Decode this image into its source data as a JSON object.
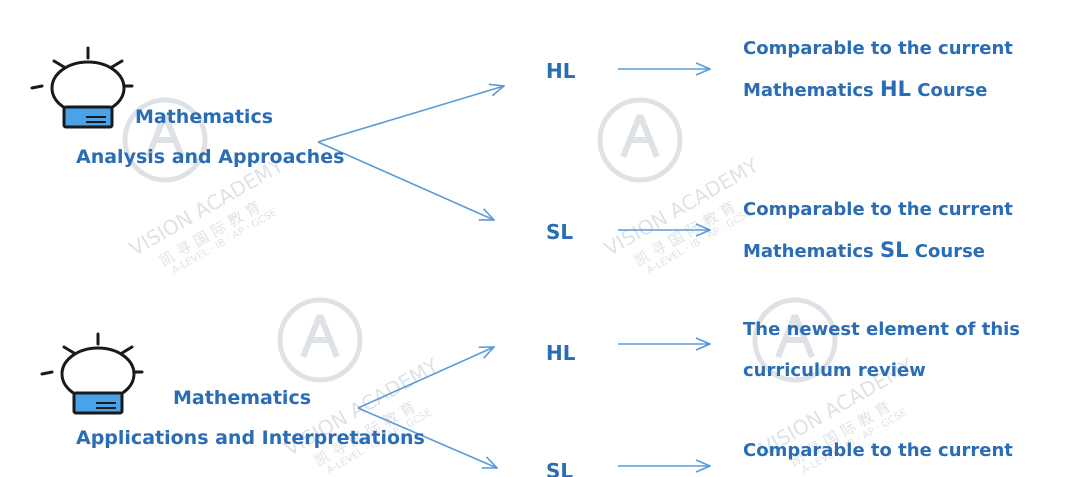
{
  "courses": [
    {
      "line1": "Mathematics",
      "line2": "Analysis and Approaches",
      "levels": [
        {
          "label": "HL",
          "desc_line1": "Comparable to the current",
          "desc_pre": "Mathematics ",
          "desc_big": "HL",
          "desc_post": " Course"
        },
        {
          "label": "SL",
          "desc_line1": "Comparable to the current",
          "desc_pre": "Mathematics ",
          "desc_big": "SL",
          "desc_post": " Course"
        }
      ]
    },
    {
      "line1": "Mathematics",
      "line2": "Applications and Interpretations",
      "levels": [
        {
          "label": "HL",
          "desc_line1": "The newest element of this",
          "desc_line2": "curriculum review"
        },
        {
          "label": "SL",
          "desc_line1": "Comparable to the current"
        }
      ]
    }
  ],
  "watermark": {
    "line1": "VISION ACADEMY",
    "line2": "凯 寻 国 际 教 育",
    "line3": "A-LEVEL · IB · AP · GCSE"
  },
  "colors": {
    "text": "#2a6db5",
    "connector": "#5b9bd5",
    "bulb_outline": "#1a1a1a",
    "bulb_base": "#4aa3e8"
  },
  "icons": [
    "lightbulb-icon",
    "vision-academy-watermark"
  ]
}
